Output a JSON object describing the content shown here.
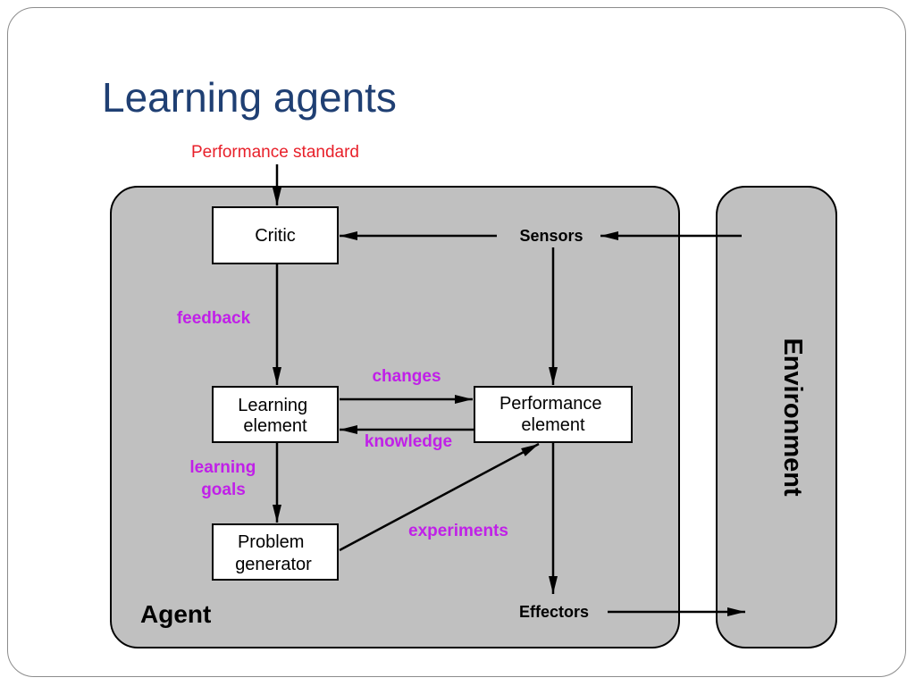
{
  "slide": {
    "title": "Learning agents"
  },
  "diagram": {
    "performance_standard": "Performance standard",
    "critic": "Critic",
    "sensors": "Sensors",
    "feedback": "feedback",
    "changes": "changes",
    "knowledge": "knowledge",
    "learning_element": [
      "Learning",
      "element"
    ],
    "performance_element": [
      "Performance",
      "element"
    ],
    "learning_goals": [
      "learning",
      "goals"
    ],
    "problem_generator": [
      "Problem",
      "generator"
    ],
    "experiments": "experiments",
    "agent": "Agent",
    "effectors": "Effectors",
    "environment": "Environment"
  },
  "colors": {
    "title": "#1f3f73",
    "performance_standard": "#e8202a",
    "flow_label": "#c020e8",
    "panel_fill": "#c0c0c0",
    "box_fill": "#ffffff",
    "stroke": "#000000"
  }
}
